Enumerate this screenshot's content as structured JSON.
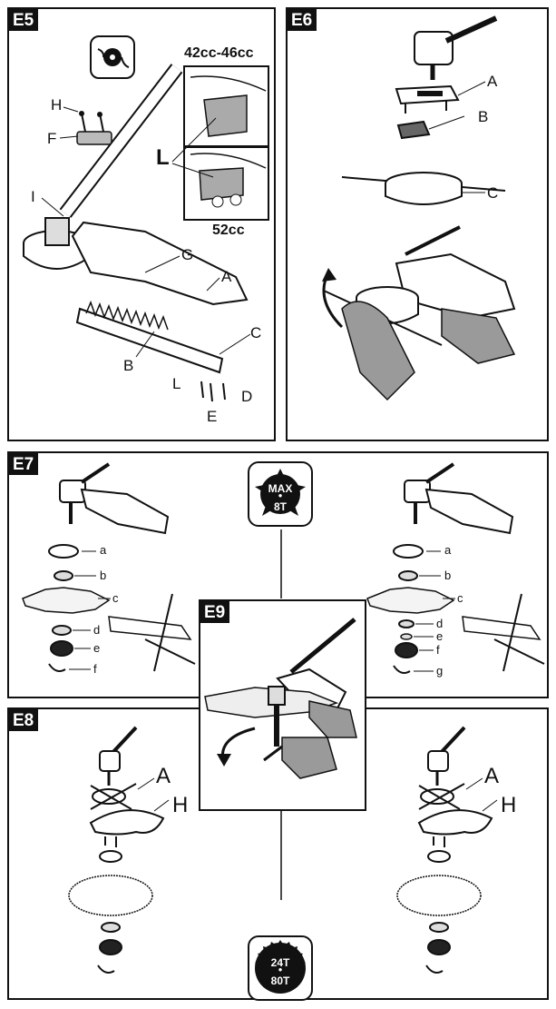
{
  "panels": {
    "e5": {
      "tag": "E5",
      "engine_top": "42cc-46cc",
      "engine_bottom": "52cc",
      "labels": {
        "H": "H",
        "F": "F",
        "I": "I",
        "G": "G",
        "A": "A",
        "C": "C",
        "B": "B",
        "L": "L",
        "D": "D",
        "E": "E",
        "Lbig": "L"
      },
      "icon": "trimmer-line-head-icon"
    },
    "e6": {
      "tag": "E6",
      "labels": {
        "A": "A",
        "B": "B",
        "C": "C"
      }
    },
    "e7": {
      "tag": "E7",
      "left_labels": [
        "a",
        "b",
        "c",
        "d",
        "e",
        "f"
      ],
      "right_labels": [
        "a",
        "b",
        "c",
        "d",
        "e",
        "f",
        "g"
      ]
    },
    "e8": {
      "tag": "E8",
      "labels": {
        "A": "A",
        "H": "H"
      }
    },
    "e9": {
      "tag": "E9"
    }
  },
  "badges": {
    "top": {
      "line1": "MAX",
      "line2": "8T",
      "icon": "4-tooth-blade-icon"
    },
    "bottom": {
      "line1": "24T",
      "line2": "80T",
      "icon": "saw-blade-icon"
    }
  },
  "colors": {
    "ink": "#111111",
    "glove": "#9a9a9a",
    "paper": "#ffffff"
  }
}
